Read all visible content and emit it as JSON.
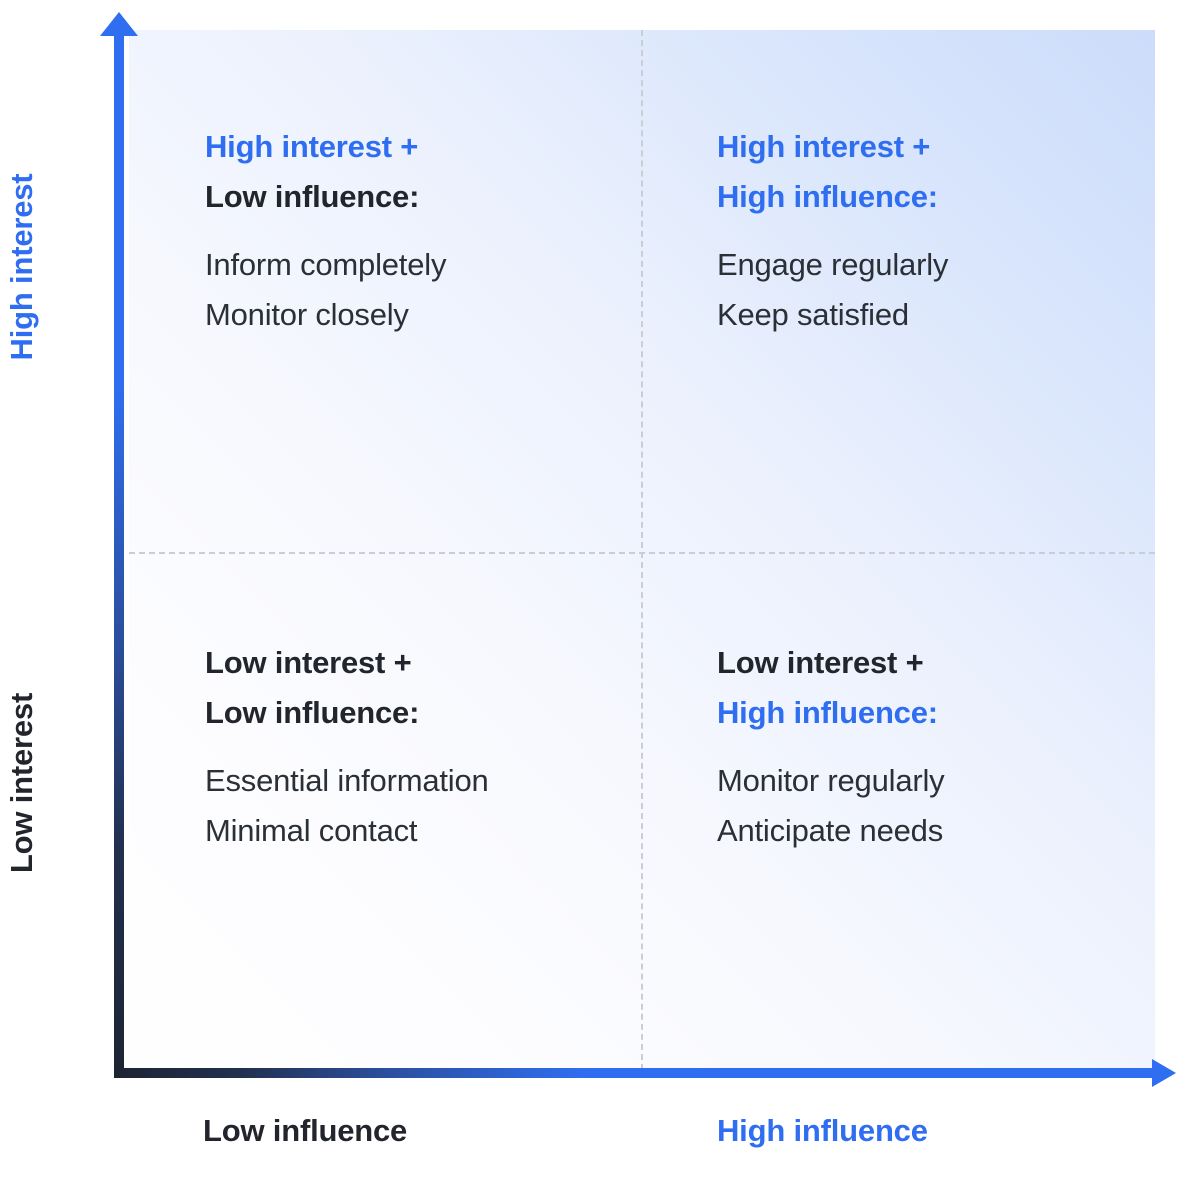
{
  "chart_data": {
    "type": "table",
    "title": "Stakeholder interest / influence matrix",
    "xlabel": "Influence",
    "ylabel": "Interest",
    "grid": "dashed quadrant dividers",
    "legend": "none",
    "x_axis": {
      "low_label": "Low influence",
      "high_label": "High influence",
      "direction": "left to right (low to high)"
    },
    "y_axis": {
      "low_label": "Low interest",
      "high_label": "High interest",
      "direction": "bottom to top (low to high)"
    },
    "quadrants": [
      {
        "position": "top-left",
        "interest": "High",
        "influence": "Low",
        "heading_line1": "High interest +",
        "heading_line2": "Low influence:",
        "heading_line1_color": "#2f6ef0",
        "heading_line2_color": "#22262c",
        "actions": [
          "Inform completely",
          "Monitor closely"
        ]
      },
      {
        "position": "top-right",
        "interest": "High",
        "influence": "High",
        "heading_line1": "High interest +",
        "heading_line2": "High influence:",
        "heading_line1_color": "#2f6ef0",
        "heading_line2_color": "#2f6ef0",
        "actions": [
          "Engage regularly",
          "Keep satisfied"
        ]
      },
      {
        "position": "bottom-left",
        "interest": "Low",
        "influence": "Low",
        "heading_line1": "Low interest +",
        "heading_line2": "Low influence:",
        "heading_line1_color": "#22262c",
        "heading_line2_color": "#22262c",
        "actions": [
          "Essential information",
          "Minimal contact"
        ]
      },
      {
        "position": "bottom-right",
        "interest": "Low",
        "influence": "High",
        "heading_line1": "Low interest +",
        "heading_line2": "High influence:",
        "heading_line1_color": "#22262c",
        "heading_line2_color": "#2f6ef0",
        "actions": [
          "Monitor regularly",
          "Anticipate needs"
        ]
      }
    ]
  },
  "quadrants": {
    "top_left": {
      "heading_line1": "High interest +",
      "heading_line2": "Low influence:",
      "action1": "Inform completely",
      "action2": "Monitor closely"
    },
    "top_right": {
      "heading_line1": "High interest +",
      "heading_line2": "High influence:",
      "action1": "Engage regularly",
      "action2": "Keep satisfied"
    },
    "bottom_left": {
      "heading_line1": "Low interest +",
      "heading_line2": "Low influence:",
      "action1": "Essential information",
      "action2": "Minimal contact"
    },
    "bottom_right": {
      "heading_line1": "Low interest +",
      "heading_line2": "High influence:",
      "action1": "Monitor regularly",
      "action2": "Anticipate needs"
    }
  },
  "axes": {
    "y_high": "High interest",
    "y_low": "Low interest",
    "x_low": "Low influence",
    "x_high": "High influence"
  },
  "colors": {
    "accent_blue": "#2f6ef0",
    "text_dark": "#22262c",
    "body_text": "#2b2f36",
    "divider_gray": "#c9ced6",
    "axis_dark": "#1d2433",
    "gradient_corner": "#ccdcfa"
  }
}
